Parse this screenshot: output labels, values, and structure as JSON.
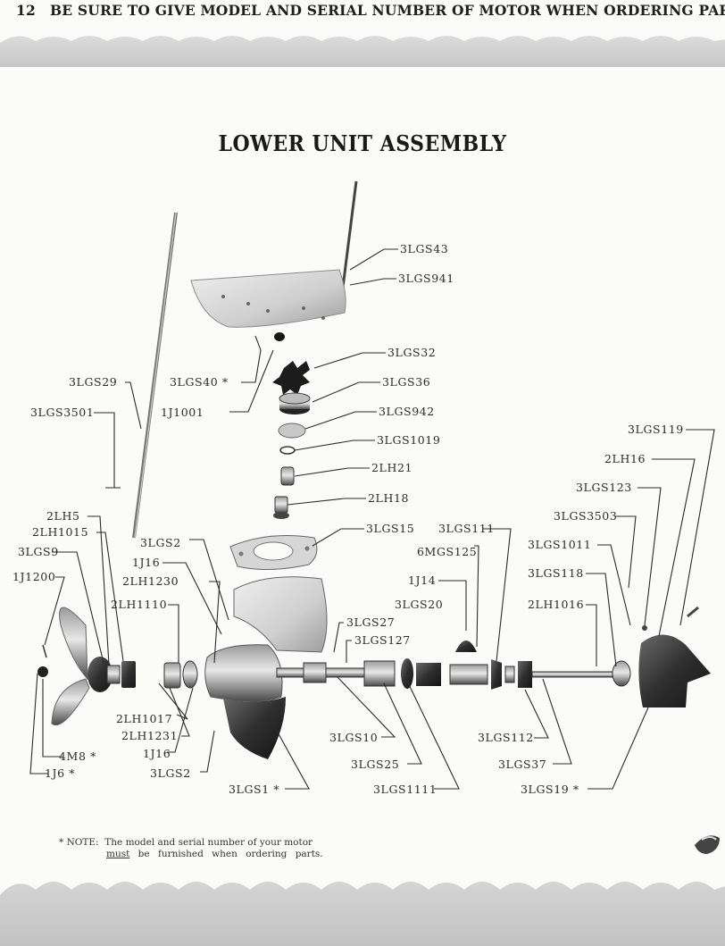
{
  "header": {
    "page_number": "12",
    "text": "BE SURE TO GIVE MODEL AND SERIAL NUMBER OF MOTOR WHEN ORDERING PARTS"
  },
  "title": "LOWER UNIT ASSEMBLY",
  "labels": {
    "p3LGS43": "3LGS43",
    "p3LGS941": "3LGS941",
    "p3LGS32": "3LGS32",
    "p3LGS36": "3LGS36",
    "p3LGS942": "3LGS942",
    "p3LGS1019": "3LGS1019",
    "p2LH21": "2LH21",
    "p2LH18": "2LH18",
    "p3LGS15": "3LGS15",
    "p3LGS111": "3LGS111",
    "p6MGS125": "6MGS125",
    "p1J14": "1J14",
    "p3LGS20": "3LGS20",
    "p3LGS27": "3LGS27",
    "p3LGS127": "3LGS127",
    "p3LGS29": "3LGS29",
    "p3LGS40": "3LGS40 *",
    "p3LGS3501": "3LGS3501",
    "p1J1001": "1J1001",
    "p2LH5": "2LH5",
    "p2LH1015": "2LH1015",
    "p3LGS9": "3LGS9",
    "p1J1200": "1J1200",
    "p3LGS2_top": "3LGS2",
    "p1J16_top": "1J16",
    "p2LH1230": "2LH1230",
    "p2LH1110": "2LH1110",
    "p2LH1017": "2LH1017",
    "p2LH1231": "2LH1231",
    "p1J16_bot": "1J16",
    "p3LGS2_bot": "3LGS2",
    "p4M8": "4M8 *",
    "p1J6": "1J6 *",
    "p3LGS1": "3LGS1 *",
    "p3LGS10": "3LGS10",
    "p3LGS25": "3LGS25",
    "p3LGS1111": "3LGS1111",
    "p3LGS112": "3LGS112",
    "p3LGS37": "3LGS37",
    "p3LGS19": "3LGS19 *",
    "p3LGS119": "3LGS119",
    "p2LH16": "2LH16",
    "p3LGS123": "3LGS123",
    "p3LGS3503": "3LGS3503",
    "p3LGS1011": "3LGS1011",
    "p3LGS118": "3LGS118",
    "p2LH1016": "2LH1016"
  },
  "note": {
    "prefix": "* NOTE:",
    "line1": "The model and serial number of your motor",
    "must": "must",
    "line2_rest": "be furnished when ordering parts."
  }
}
